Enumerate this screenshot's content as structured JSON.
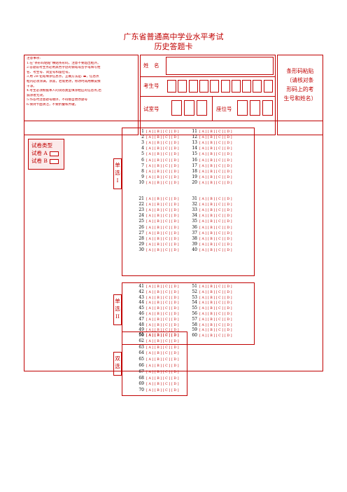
{
  "header": {
    "title": "广东省普通高中学业水平考试",
    "subtitle": "历史答题卡"
  },
  "notes": {
    "heading": "注意事项:",
    "items": [
      "1.在“条形码粘贴”横贴条形码，注意不要超出框外。",
      "2.答题前考生务必用黑色字迹的钢笔或签字笔填写姓",
      "  名、考生号、试室号和座位号。",
      "3.用 2B 铅笔填涂信息点，正确方法是: ▬，信息点",
      "  框内必须涂满，涂黑，若需更改，修改时再用橡皮擦",
      "  干净。",
      "4.考生必须根据本人的试卷类型填涂相应的信息点;若",
      "  漏涂者无效。",
      "5.作答时注意题号顺序，不得擅自更改题号",
      "6.保持卡面清洁，不要折叠和弄破。"
    ]
  },
  "info": {
    "name_label": "姓　名",
    "exam_no_label": "考生号",
    "room_label": "试室号",
    "seat_label": "座位号"
  },
  "sticker": {
    "lines": [
      "条形码粘贴",
      "（请核对条",
      "形码上的考",
      "生号和姓名）"
    ]
  },
  "paper_type": {
    "label": "试卷类型",
    "option_a": "试卷 A",
    "option_b": "试卷 B"
  },
  "sections": {
    "single1": "单\n选\nI",
    "single2": "单\n选\nII",
    "double": "双\n选"
  },
  "option_text": "[ A ] [ B ] [ C ] [ D ]",
  "questions": {
    "g1_left": [
      "1",
      "2",
      "3",
      "4",
      "5",
      "6",
      "7",
      "8",
      "9",
      "10"
    ],
    "g1_right": [
      "11",
      "12",
      "13",
      "14",
      "15",
      "16",
      "17",
      "18",
      "19",
      "20"
    ],
    "g2_left": [
      "21",
      "22",
      "23",
      "24",
      "25",
      "26",
      "27",
      "28",
      "29",
      "30"
    ],
    "g2_right": [
      "31",
      "32",
      "33",
      "34",
      "35",
      "36",
      "37",
      "38",
      "39",
      "40"
    ],
    "g3_left": [
      "41",
      "42",
      "43",
      "44",
      "45",
      "46",
      "47",
      "48",
      "49",
      "50"
    ],
    "g3_right": [
      "51",
      "52",
      "53",
      "54",
      "55",
      "56",
      "57",
      "58",
      "59",
      "60"
    ],
    "g4_left": [
      "61",
      "62",
      "63",
      "64",
      "65",
      "66",
      "67",
      "68",
      "69",
      "70"
    ]
  }
}
